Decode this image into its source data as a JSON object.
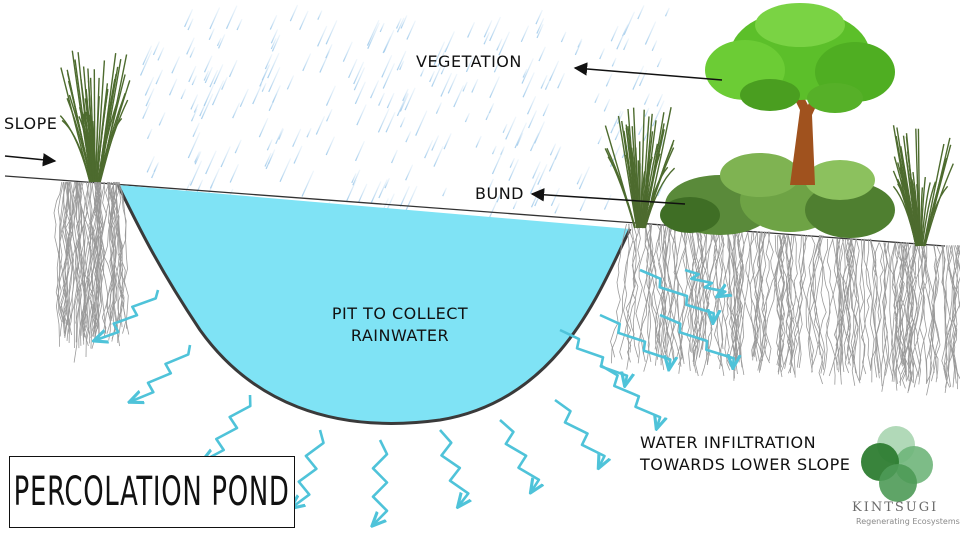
{
  "labels": {
    "slope": "SLOPE",
    "vegetation": "VEGETATION",
    "bund": "BUND",
    "pit_line1": "PIT TO COLLECT",
    "pit_line2": "RAINWATER",
    "infiltration_line1": "WATER INFILTRATION",
    "infiltration_line2": "TOWARDS LOWER SLOPE"
  },
  "title": "PERCOLATION POND",
  "logo": {
    "name": "KINTSUGI",
    "tagline": "Regenerating Ecosystems"
  },
  "colors": {
    "water": "#7fe3f5",
    "flow_arrows": "#4fc3d9",
    "tree_canopy": "#5cbf2a",
    "trunk": "#a0521e",
    "grass": "#4d6b2e",
    "roots": "#9a9a9a",
    "logo_green": "#2e7d32"
  },
  "icons": [
    "rain",
    "tree-icon",
    "grass-clump",
    "roots",
    "flow-arrow",
    "logo-circles"
  ]
}
